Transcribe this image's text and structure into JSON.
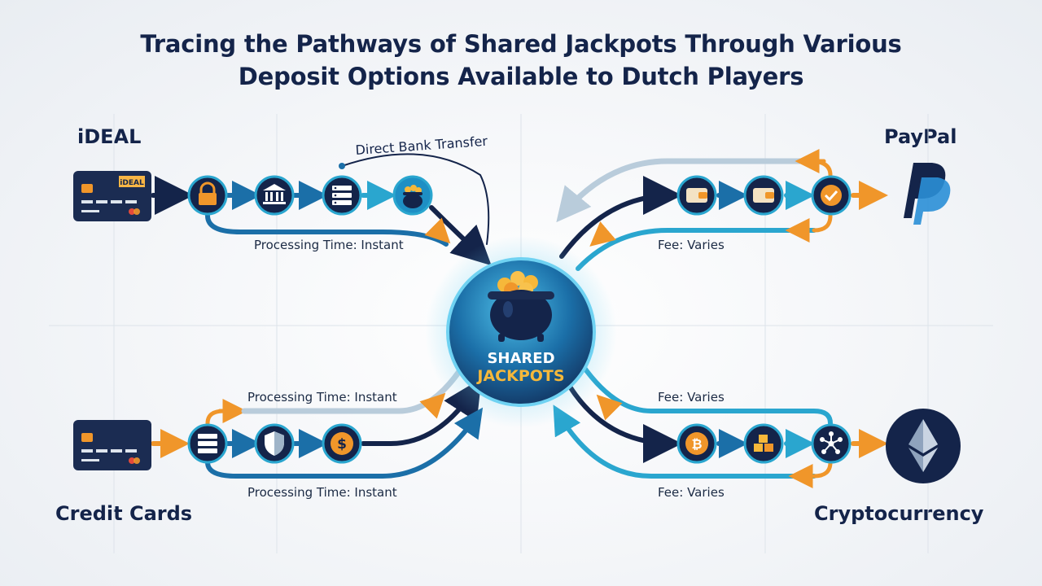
{
  "title": {
    "line1": "Tracing the Pathways of Shared Jackpots Through Various",
    "line2": "Deposit Options Available to Dutch Players"
  },
  "methods": {
    "ideal": "iDEAL",
    "paypal": "PayPal",
    "credit_cards": "Credit Cards",
    "crypto": "Cryptocurrency"
  },
  "hub": {
    "line1": "SHARED",
    "line2": "JACKPOTS"
  },
  "card_badge": "iDEAL",
  "labels": {
    "direct_bank_transfer": "Direct Bank Transfer",
    "ideal_processing": "Processing Time: Instant",
    "paypal_fee": "Fee: Varies",
    "cc_processing_top": "Processing Time: Instant",
    "cc_processing_bottom": "Processing Time: Instant",
    "crypto_fee_top": "Fee: Varies",
    "crypto_fee_bottom": "Fee: Varies"
  },
  "icons": {
    "ideal_path": [
      "bank-card-icon",
      "lock-icon",
      "bank-icon",
      "server-icon",
      "pot-of-gold-icon"
    ],
    "paypal_path": [
      "wallet-icon",
      "wallet-icon",
      "checkmark-icon",
      "paypal-logo-icon"
    ],
    "credit_card_path": [
      "credit-card-icon",
      "server-icon",
      "shield-icon",
      "dollar-coin-icon"
    ],
    "crypto_path": [
      "bitcoin-icon",
      "blocks-icon",
      "network-nodes-icon",
      "ethereum-icon"
    ]
  },
  "colors": {
    "navy": "#14244a",
    "blue": "#1b6fa8",
    "teal": "#2aa6cf",
    "orange": "#f0962a",
    "light": "#b9ccdb"
  }
}
